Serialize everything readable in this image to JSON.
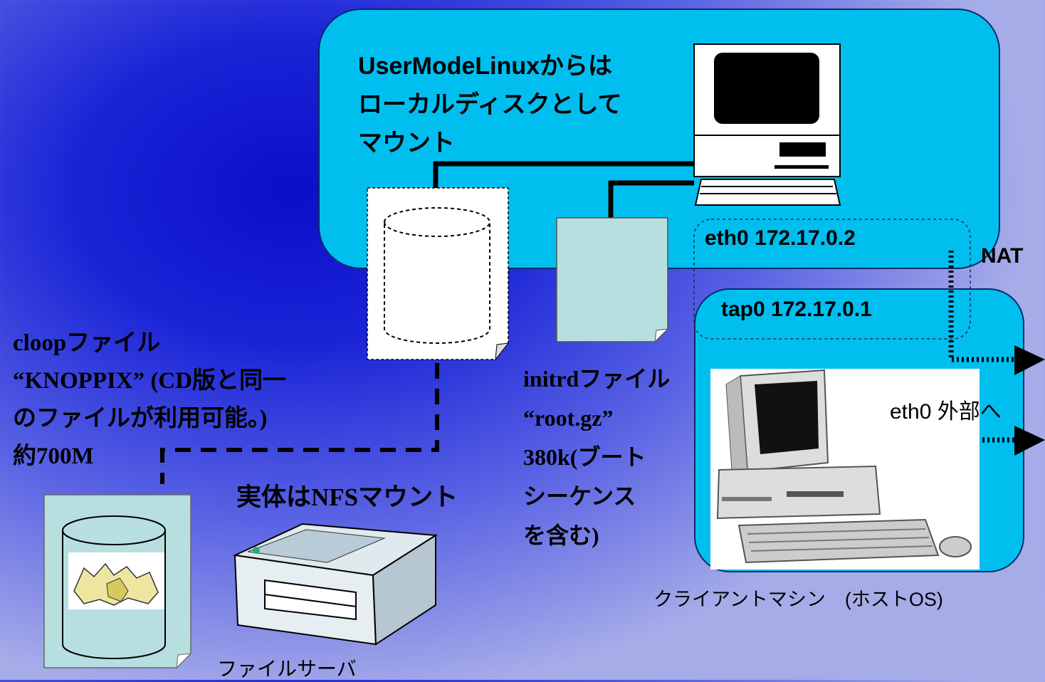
{
  "uml": {
    "mount_text": "UserModeLinuxからは\nローカルディスクとして\nマウント",
    "eth0_label": "eth0 172.17.0.2"
  },
  "host": {
    "tap0_label": "tap0 172.17.0.1",
    "eth0_out_label": "eth0 外部へ",
    "nat_label": "NAT",
    "caption": "クライアントマシン　(ホストOS)"
  },
  "cloop": {
    "text": "cloopファイル\n“KNOPPIX” (CD版と同一\nのファイルが利用可能。)\n約700M"
  },
  "initrd": {
    "text": "initrdファイル\n“root.gz”\n380k(ブート\nシーケンス\nを含む)"
  },
  "nfs": {
    "text": "実体はNFSマウント",
    "server_caption": "ファイルサーバ"
  },
  "colors": {
    "box_fill": "#00bfef",
    "page_fill": "#b8dfe0"
  }
}
